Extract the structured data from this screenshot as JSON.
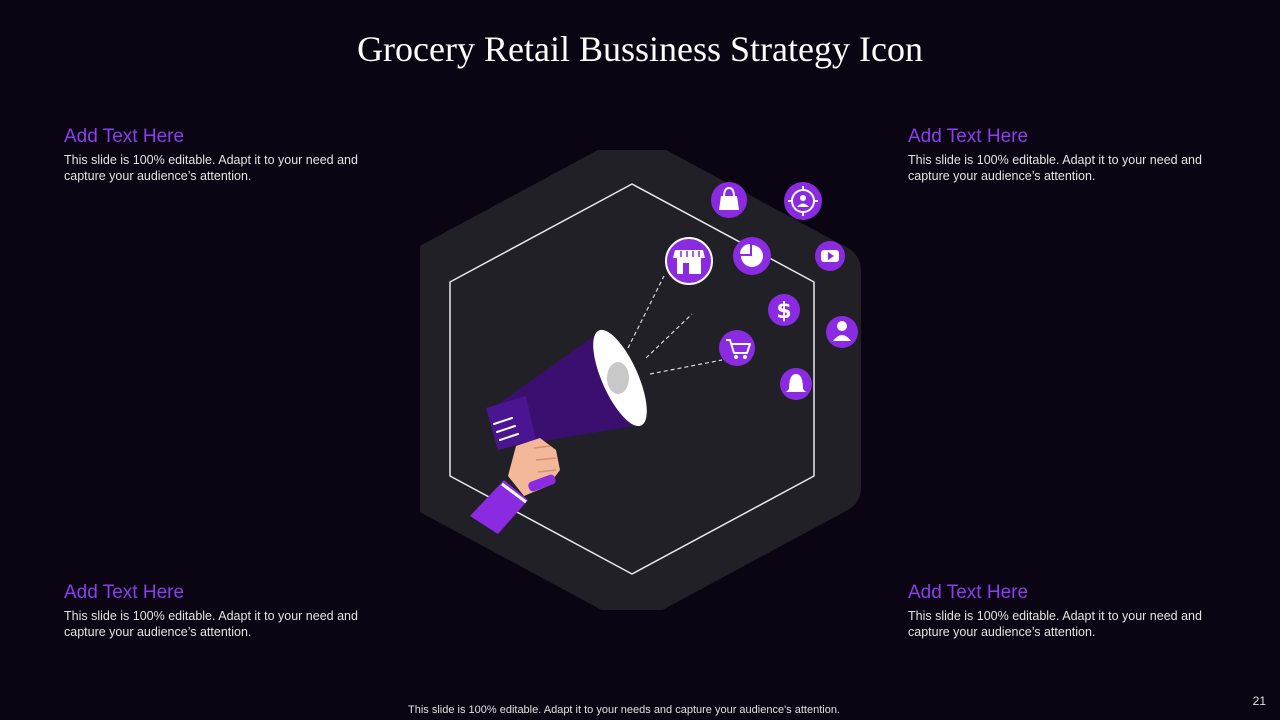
{
  "slide": {
    "title": "Grocery Retail Bussiness Strategy Icon",
    "footer": "This slide is 100% editable. Adapt it to your needs and capture your audience's attention.",
    "page_number": "21"
  },
  "blocks": [
    {
      "heading": "Add Text Here",
      "body": "This slide is 100% editable. Adapt it to your need and capture your audience’s attention."
    },
    {
      "heading": "Add Text Here",
      "body": "This slide is 100% editable. Adapt it to your need and capture your audience’s attention."
    },
    {
      "heading": "Add Text Here",
      "body": "This slide is 100% editable. Adapt it to your need and capture your audience’s attention."
    },
    {
      "heading": "Add Text Here",
      "body": "This slide is 100% editable. Adapt it to your need and capture your audience’s attention."
    }
  ],
  "icons": [
    "shop-icon",
    "shopping-bag-icon",
    "target-user-icon",
    "pie-chart-icon",
    "video-play-icon",
    "dollar-icon",
    "user-icon",
    "shopping-cart-icon",
    "snapchat-ghost-icon",
    "megaphone-icon",
    "hand-icon"
  ],
  "colors": {
    "background": "#0b0412",
    "accent": "#8a3ff0",
    "icon_purple": "#8a2be2",
    "megaphone_dark": "#3a0f70",
    "hexagon_fill": "#222027",
    "skin": "#f3b79a"
  }
}
